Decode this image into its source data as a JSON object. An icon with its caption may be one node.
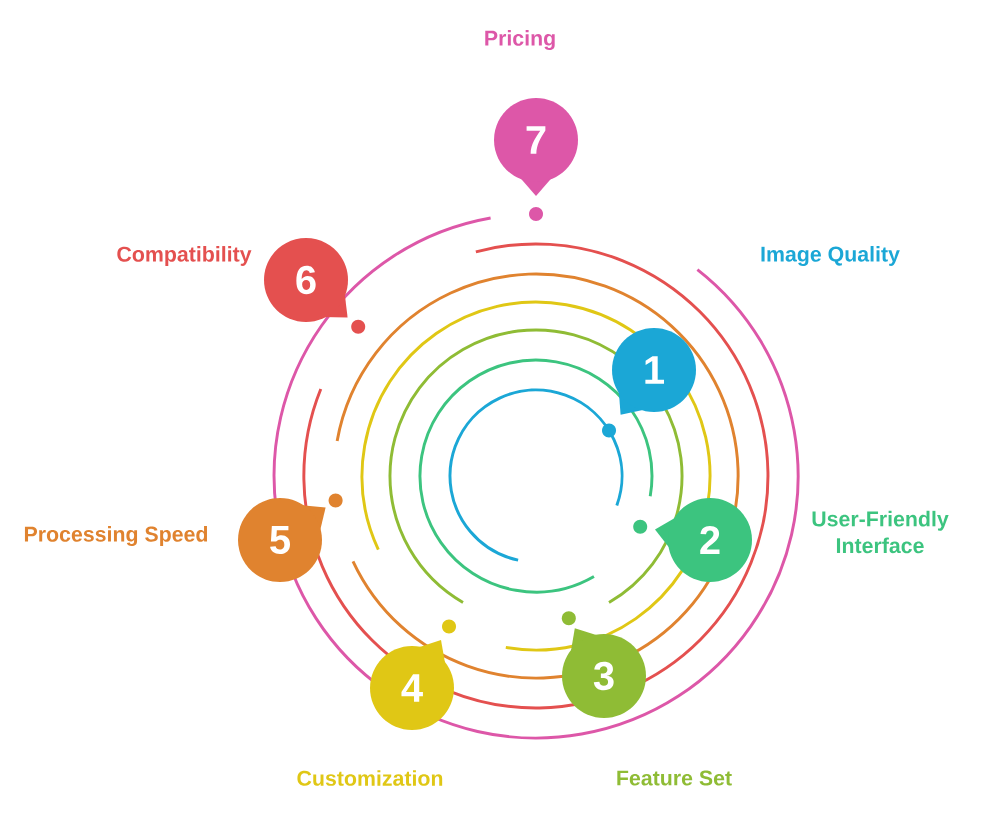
{
  "diagram": {
    "nodes": [
      {
        "text": [
          "1"
        ]
      },
      {
        "text": [
          "2"
        ],
        "beside": [
          "User-Friendly Interface"
        ]
      },
      {
        "text": [
          "3"
        ],
        "beside": [
          "Feature Set"
        ]
      },
      {
        "text": [
          "4"
        ],
        "beside": [
          "Customization"
        ]
      },
      {
        "text": [
          "5"
        ],
        "beside": [
          "Processing Speed"
        ]
      },
      {
        "text": [
          "6"
        ],
        "beside": [
          "Compatibility"
        ]
      },
      {
        "text": [
          "7"
        ],
        "beside": [
          "Pricing"
        ]
      }
    ],
    "labels": [
      "Image Quality"
    ]
  }
}
